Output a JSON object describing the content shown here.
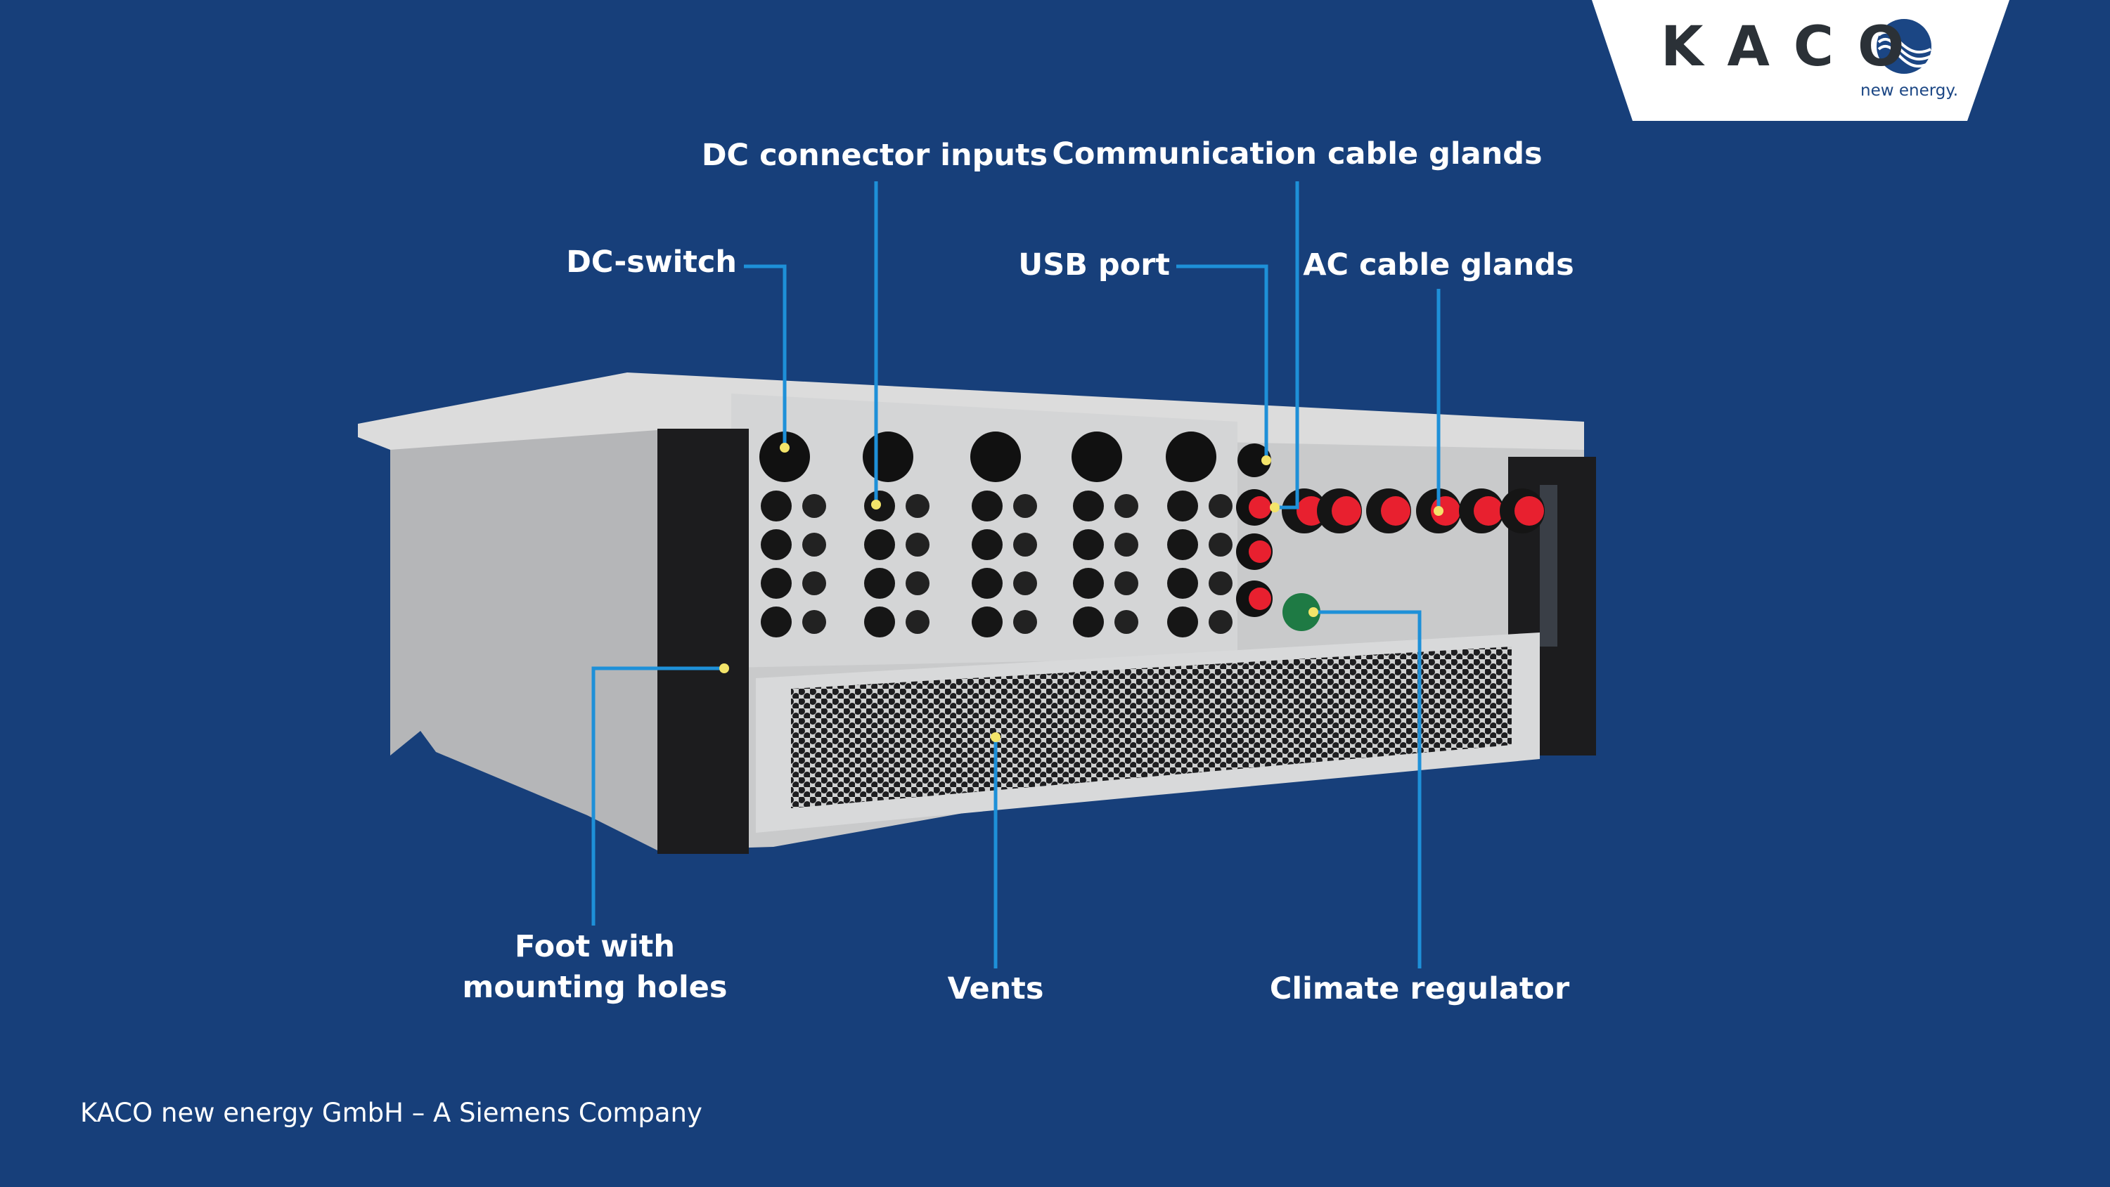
{
  "brand": {
    "name": "KACO",
    "tagline": "new energy."
  },
  "callouts": {
    "dc_switch": "DC-switch",
    "dc_connector_inputs": "DC connector inputs",
    "communication_cable_glands": "Communication cable glands",
    "usb_port": "USB port",
    "ac_cable_glands": "AC cable glands",
    "foot_line1": "Foot with",
    "foot_line2": "mounting holes",
    "vents": "Vents",
    "climate_regulator": "Climate regulator"
  },
  "footer": "KACO new energy GmbH – A Siemens Company",
  "colors": {
    "background": "#173f7a",
    "callout_line": "#1e90d8",
    "callout_dot": "#f3e46a",
    "gland_red": "#e8202f",
    "regulator_green": "#1e7a44"
  }
}
